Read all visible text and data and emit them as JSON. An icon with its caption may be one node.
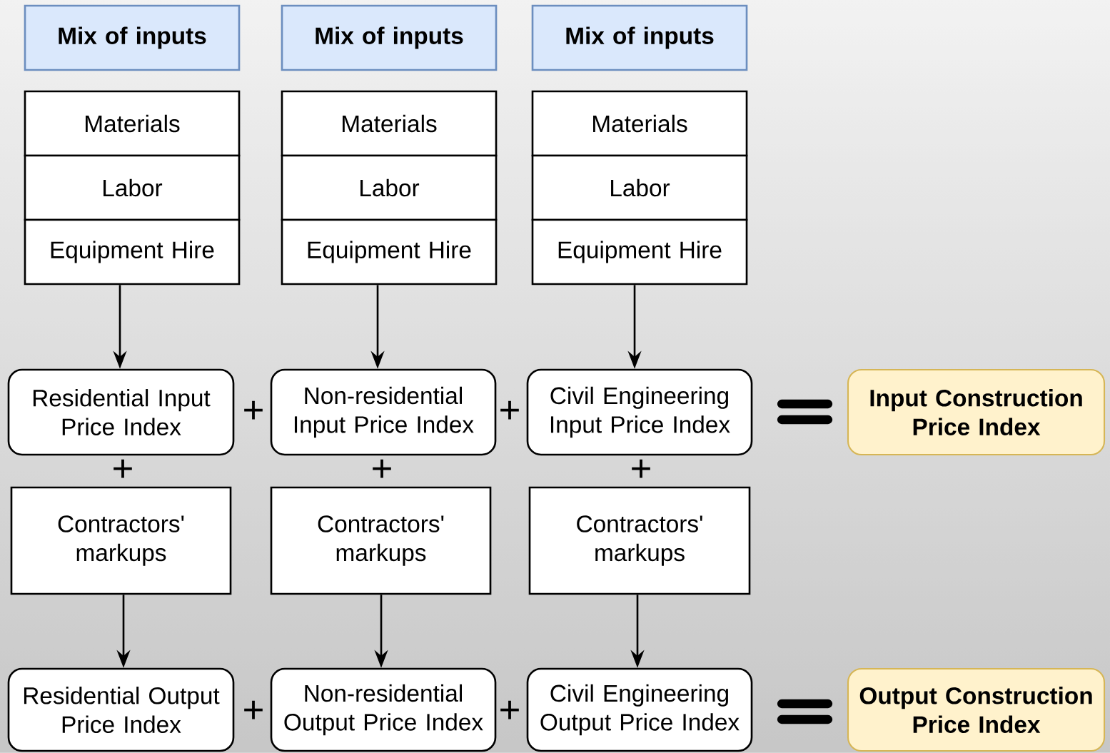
{
  "diagram": {
    "nodes": [
      {
        "text": [
          "Mix of inputs"
        ]
      },
      {
        "text": [
          "Mix of inputs"
        ]
      },
      {
        "text": [
          "Mix of inputs"
        ]
      },
      {
        "text": [
          "Materials"
        ]
      },
      {
        "text": [
          "Materials"
        ]
      },
      {
        "text": [
          "Materials"
        ]
      },
      {
        "text": [
          "Labor"
        ]
      },
      {
        "text": [
          "Labor"
        ]
      },
      {
        "text": [
          "Labor"
        ]
      },
      {
        "text": [
          "Equipment Hire"
        ]
      },
      {
        "text": [
          "Equipment Hire"
        ]
      },
      {
        "text": [
          "Equipment Hire"
        ]
      },
      {
        "text": [
          "Residential Input Price Index"
        ]
      },
      {
        "text": [
          "Non-residential Input Price Index"
        ]
      },
      {
        "text": [
          "Civil Engineering Input Price Index"
        ]
      },
      {
        "text": [
          "Input Construction Price Index"
        ]
      },
      {
        "text": [
          "Contractors' markups"
        ]
      },
      {
        "text": [
          "Contractors' markups"
        ]
      },
      {
        "text": [
          "Contractors' markups"
        ]
      },
      {
        "text": [
          "Residential Output Price Index"
        ]
      },
      {
        "text": [
          "Non-residential Output Price Index"
        ]
      },
      {
        "text": [
          "Civil Engineering Output Price Index"
        ]
      },
      {
        "text": [
          "Output Construction Price Index"
        ]
      }
    ],
    "edges": [
      {
        "from": 9,
        "to": 12,
        "arrow": "to"
      },
      {
        "from": 10,
        "to": 13,
        "arrow": "to"
      },
      {
        "from": 11,
        "to": 14,
        "arrow": "to"
      },
      {
        "from": 16,
        "to": 19,
        "arrow": "to"
      },
      {
        "from": 17,
        "to": 20,
        "arrow": "to"
      },
      {
        "from": 18,
        "to": 21,
        "arrow": "to"
      }
    ],
    "labels": [
      "+",
      "+",
      "+",
      "+",
      "+",
      "+",
      "+"
    ]
  }
}
